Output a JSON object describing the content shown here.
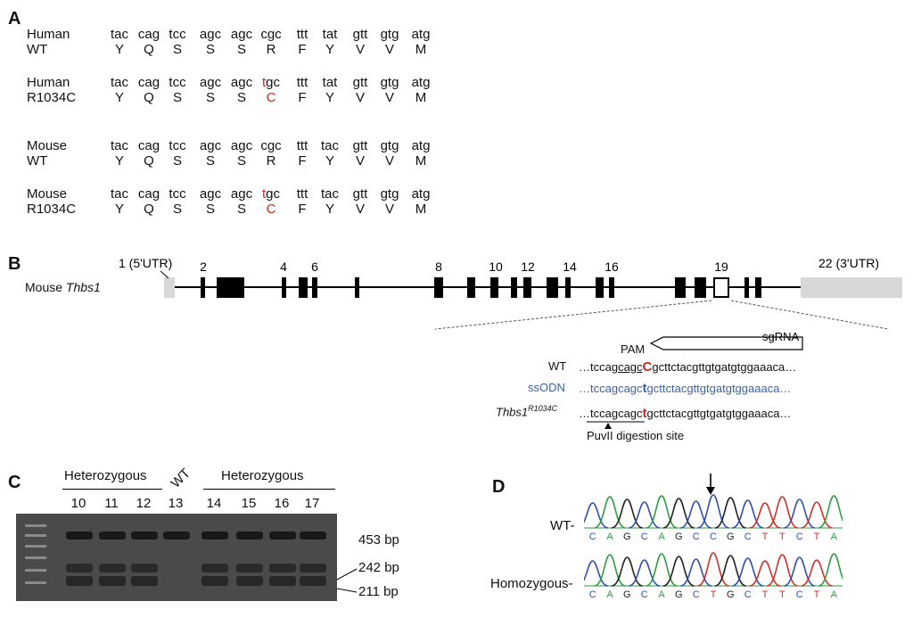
{
  "panelA": {
    "label": "A",
    "rows": [
      {
        "label": "Human\nWT",
        "codons": [
          "tac",
          "cag",
          "tcc",
          "agc",
          "agc",
          "cgc",
          "ttt",
          "tat",
          "gtt",
          "gtg",
          "atg"
        ],
        "aas": [
          "Y",
          "Q",
          "S",
          "S",
          "S",
          "R",
          "F",
          "Y",
          "V",
          "V",
          "M"
        ],
        "mutant": false
      },
      {
        "label": "Human\nR1034C",
        "codons": [
          "tac",
          "cag",
          "tcc",
          "agc",
          "agc",
          "tgc",
          "ttt",
          "tat",
          "gtt",
          "gtg",
          "atg"
        ],
        "aas": [
          "Y",
          "Q",
          "S",
          "S",
          "S",
          "C",
          "F",
          "Y",
          "V",
          "V",
          "M"
        ],
        "mutant": true
      },
      {
        "label": "Mouse\nWT",
        "codons": [
          "tac",
          "cag",
          "tcc",
          "agc",
          "agc",
          "cgc",
          "ttt",
          "tac",
          "gtt",
          "gtg",
          "atg"
        ],
        "aas": [
          "Y",
          "Q",
          "S",
          "S",
          "S",
          "R",
          "F",
          "Y",
          "V",
          "V",
          "M"
        ],
        "mutant": false
      },
      {
        "label": "Mouse\nR1034C",
        "codons": [
          "tac",
          "cag",
          "tcc",
          "agc",
          "agc",
          "tgc",
          "ttt",
          "tac",
          "gtt",
          "gtg",
          "atg"
        ],
        "aas": [
          "Y",
          "Q",
          "S",
          "S",
          "S",
          "C",
          "F",
          "Y",
          "V",
          "V",
          "M"
        ],
        "mutant": true
      }
    ]
  },
  "panelB": {
    "label": "B",
    "gene_label_prefix": "Mouse ",
    "gene_label_italic": "Thbs1",
    "exon_labels": [
      "1 (5'UTR)",
      "2",
      "4",
      "6",
      "8",
      "10",
      "12",
      "14",
      "16",
      "19",
      "22 (3'UTR)"
    ],
    "sgrna_label": "sgRNA",
    "pam_label": "PAM",
    "wt_label": "WT",
    "wt_seq_pre": "…tccag",
    "wt_seq_ul": "cagc",
    "wt_seq_mut": "C",
    "wt_seq_post": "gcttctacgttgtgatgtggaaaca…",
    "ssodn_label": "ssODN",
    "ssodn_seq_pre": "…tccagcagc",
    "ssodn_seq_mut": "t",
    "ssodn_seq_post": "gcttctacgttgtgatgtggaaaca…",
    "mut_label_italic": "Thbs1",
    "mut_label_sup": "R1034C",
    "mut_seq_pre": "…tccagcagc",
    "mut_seq_mut": "t",
    "mut_seq_post": "gcttctacgttgtgatgtggaaaca…",
    "digestion_label": "PuvII digestion site"
  },
  "panelC": {
    "label": "C",
    "group_left": "Heterozygous",
    "group_wt": "WT",
    "group_right": "Heterozygous",
    "lanes": [
      "10",
      "11",
      "12",
      "13",
      "14",
      "15",
      "16",
      "17"
    ],
    "bands": [
      "453 bp",
      "242 bp",
      "211 bp"
    ]
  },
  "panelD": {
    "label": "D",
    "wt_label": "WT-",
    "homo_label": "Homozygous-",
    "wt_bases": [
      "C",
      "A",
      "G",
      "C",
      "A",
      "G",
      "C",
      "C",
      "G",
      "C",
      "T",
      "T",
      "C",
      "T",
      "A"
    ],
    "homo_bases": [
      "C",
      "A",
      "G",
      "C",
      "A",
      "G",
      "C",
      "T",
      "G",
      "C",
      "T",
      "T",
      "C",
      "T",
      "A"
    ],
    "base_colors": {
      "A": "#2e9e3e",
      "C": "#2f4fb5",
      "G": "#222222",
      "T": "#d0302a"
    }
  }
}
